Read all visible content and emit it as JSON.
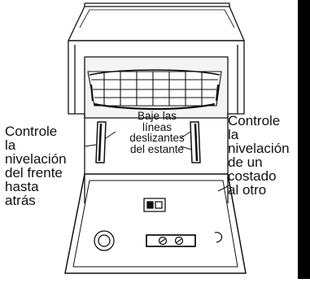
{
  "labels": {
    "left": [
      "Controle",
      "la",
      "nivelación",
      "del frente",
      "hasta",
      "atrás"
    ],
    "center": [
      "Baje las",
      "líneas",
      "deslizantes",
      "del estante"
    ],
    "right": [
      "Controle",
      "la",
      "nivelación",
      "de un",
      "costado",
      "al otro"
    ]
  },
  "colors": {
    "stroke": "#111111",
    "edge_bar": "#000000",
    "background": "#ffffff"
  }
}
